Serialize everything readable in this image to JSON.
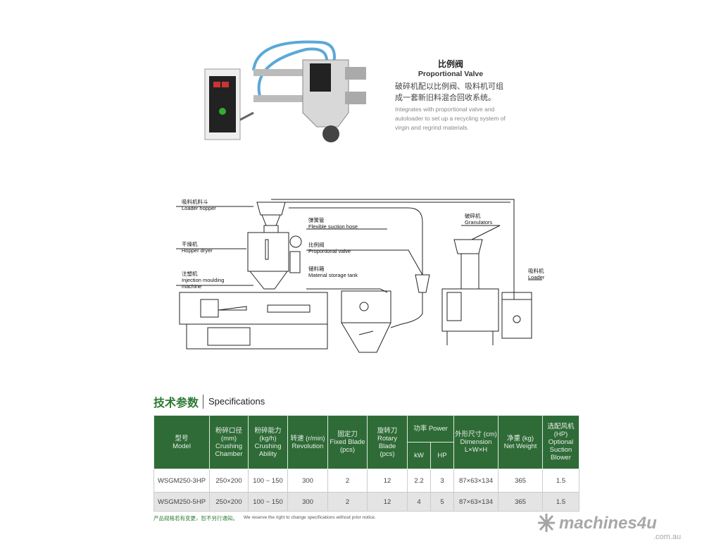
{
  "valve": {
    "title_cn": "比例阀",
    "title_en": "Proportional Valve",
    "desc_cn": "破碎机配以比例阀、吸料机可组成一套新旧料混合回收系统。",
    "desc_en": "Integrates with proportional valve and autoloader to set up a recycling system of virgin and regrind materials."
  },
  "diagram": {
    "labels": [
      {
        "cn": "吸料机料斗",
        "en": "Loader hopper"
      },
      {
        "cn": "干燥机",
        "en": "Hopper dryer"
      },
      {
        "cn": "注塑机",
        "en": "Injection moulding machine"
      },
      {
        "cn": "弹簧管",
        "en": "Flexible suction hose"
      },
      {
        "cn": "比例阀",
        "en": "Proportional valve"
      },
      {
        "cn": "储料箱",
        "en": "Material storage tank"
      },
      {
        "cn": "破碎机",
        "en": "Granulators"
      },
      {
        "cn": "吸料机",
        "en": "Loader"
      }
    ]
  },
  "specs": {
    "title_cn": "技术参数",
    "title_en": "Specifications",
    "headers": {
      "model": [
        "型号",
        "Model"
      ],
      "chamber": [
        "粉碎口径",
        "(mm)",
        "Crushing",
        "Chamber"
      ],
      "ability": [
        "粉碎能力",
        "(kg/h)",
        "Crushing",
        "Ability"
      ],
      "revolution": [
        "转速 (r/min)",
        "Revolution"
      ],
      "fixed": [
        "固定刀",
        "Fixed Blade",
        "(pcs)"
      ],
      "rotary": [
        "旋转刀",
        "Rotary",
        "Blade",
        "(pcs)"
      ],
      "power": "功率 Power",
      "kw": "kW",
      "hp": "HP",
      "dimension": [
        "外形尺寸 (cm)",
        "Dimension",
        "L×W×H"
      ],
      "weight": [
        "净重 (kg)",
        "Net Weight"
      ],
      "blower": [
        "选配风机 (HP)",
        "Optional",
        "Suction",
        "Blower"
      ]
    },
    "rows": [
      [
        "WSGM250-3HP",
        "250×200",
        "100 ~ 150",
        "300",
        "2",
        "12",
        "2.2",
        "3",
        "87×63×134",
        "365",
        "1.5"
      ],
      [
        "WSGM250-5HP",
        "250×200",
        "100 ~ 150",
        "300",
        "2",
        "12",
        "4",
        "5",
        "87×63×134",
        "365",
        "1.5"
      ]
    ],
    "note_cn": "产品规格若有变更，恕不另行通知。",
    "note_en": "We reserve the right to change specifications without prior notice."
  },
  "watermark": {
    "text": "machines4u",
    "sub": ".com.au"
  },
  "colors": {
    "green": "#2f6b37",
    "title_green": "#2e7a36"
  }
}
